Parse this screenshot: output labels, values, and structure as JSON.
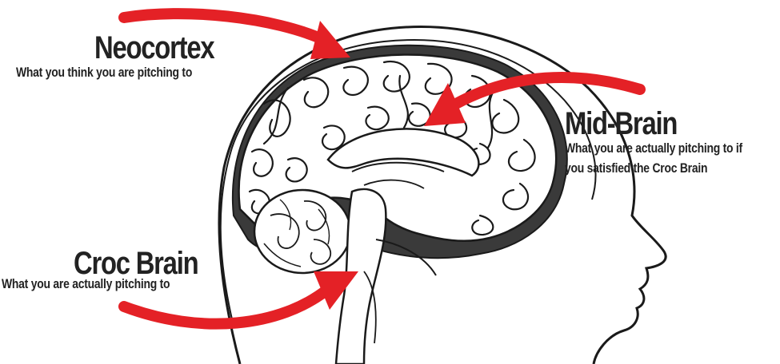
{
  "colors": {
    "arrow": "#e42126",
    "line": "#1a1a1a",
    "fill_dark": "#3a3a3a",
    "text": "#222222"
  },
  "labels": {
    "neocortex": {
      "title": "Neocortex",
      "subtitle": "What you think you are pitching to"
    },
    "midbrain": {
      "title": "Mid-Brain",
      "subtitle_line1": "What you are actually pitching to if",
      "subtitle_line2": "you satisfied the Croc Brain"
    },
    "crocbrain": {
      "title": "Croc Brain",
      "subtitle": "What you are actually pitching to"
    }
  }
}
